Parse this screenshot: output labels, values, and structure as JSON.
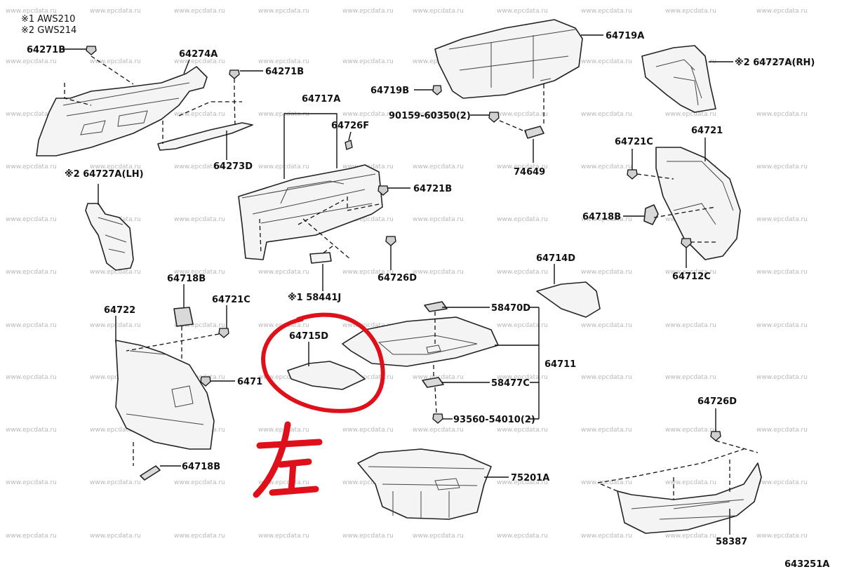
{
  "legend": {
    "note1": "※1 AWS210",
    "note2": "※2 GWS214"
  },
  "watermark": "www.epcdata.ru",
  "labels": {
    "p64271B_a": "64271B",
    "p64274A": "64274A",
    "p64271B_b": "64271B",
    "p64273D": "64273D",
    "p64727A_LH": "※2 64727A(LH)",
    "p64717A": "64717A",
    "p64726F": "64726F",
    "p64721B": "64721B",
    "p64726D_a": "64726D",
    "p58441J": "※1 58441J",
    "p64719A": "64719A",
    "p64719B": "64719B",
    "p90159": "90159-60350(2)",
    "p74649": "74649",
    "p64727A_RH": "※2 64727A(RH)",
    "p64721C_a": "64721C",
    "p64721": "64721",
    "p64718B_a": "64718B",
    "p64712C_a": "64712C",
    "p64714D": "64714D",
    "p64722": "64722",
    "p64718B_b": "64718B",
    "p64721C_b": "64721C",
    "p64712": "6471",
    "p64718B_c": "64718B",
    "p64715D": "64715D",
    "p58470D": "58470D",
    "p64711": "64711",
    "p58477C": "58477C",
    "p93560": "93560-54010(2)",
    "p75201A": "75201A",
    "p64726D_b": "64726D",
    "p58387": "58387"
  },
  "figure_id": "643251A",
  "handwritten_mark": "左",
  "colors": {
    "annotation_red": "#e0101a",
    "line": "#111111",
    "part_fill": "#f4f4f4"
  }
}
